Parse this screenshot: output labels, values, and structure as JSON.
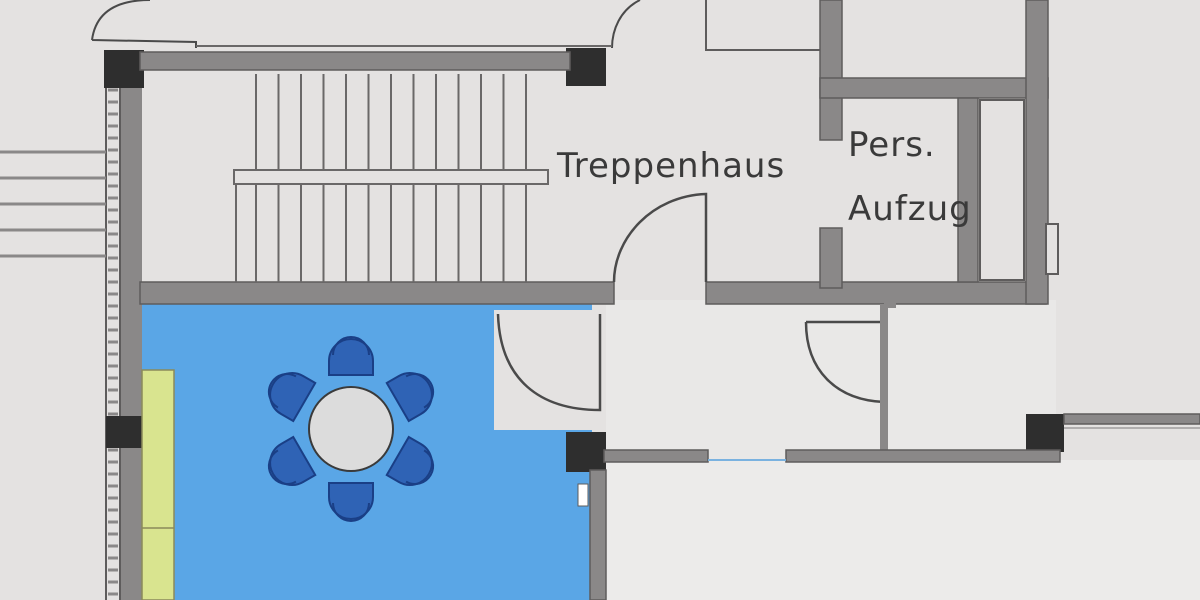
{
  "labels": {
    "stairwell": "Treppenhaus",
    "elevator_line1": "Pers.",
    "elevator_line2": "Aufzug"
  },
  "colors": {
    "paper": "#e4e2e1",
    "wall": "#8a8888",
    "wall_dark": "#2e2e2e",
    "wall_edge": "#5e5c5c",
    "meeting_room": "#5aa6e6",
    "table": "#dcdcdc",
    "chair": "#2f63b5",
    "chair_edge": "#1a3f86",
    "bench": "#d9e48f",
    "floor_light": "#ecebea"
  },
  "furniture": {
    "table_seats": 6
  }
}
